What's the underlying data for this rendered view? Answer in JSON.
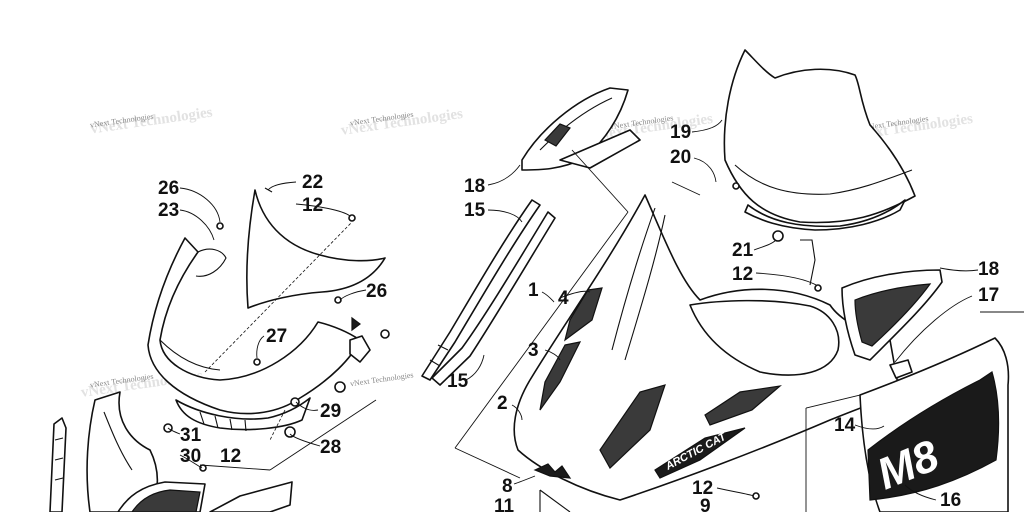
{
  "watermark": {
    "text": "vNext Technologies"
  },
  "decals": {
    "brand": "ARCTIC CAT",
    "model": "M8"
  },
  "callouts": [
    "1",
    "2",
    "3",
    "4",
    "8",
    "9",
    "11",
    "12",
    "14",
    "15",
    "16",
    "17",
    "18",
    "19",
    "20",
    "21",
    "22",
    "23",
    "26",
    "27",
    "28",
    "29",
    "30",
    "31"
  ]
}
